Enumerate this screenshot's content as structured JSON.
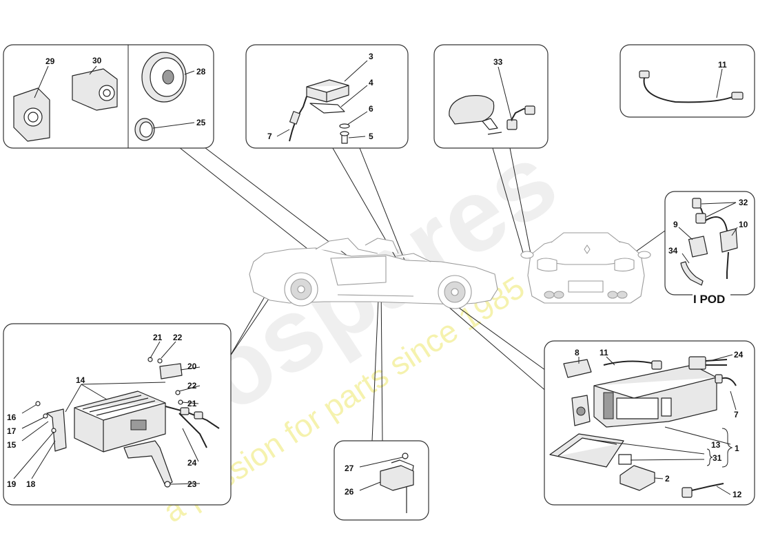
{
  "watermark": {
    "brand": "eurospares",
    "tagline": "a passion for parts since 1985"
  },
  "ipod_label": "I POD",
  "callouts": {
    "p1": "1",
    "p2": "2",
    "p3": "3",
    "p4": "4",
    "p5": "5",
    "p6": "6",
    "p7a": "7",
    "p7b": "7",
    "p8": "8",
    "p9": "9",
    "p10": "10",
    "p11a": "11",
    "p11b": "11",
    "p12": "12",
    "p13": "13",
    "p14": "14",
    "p15": "15",
    "p16": "16",
    "p17": "17",
    "p18": "18",
    "p19": "19",
    "p20": "20",
    "p21a": "21",
    "p21b": "21",
    "p22a": "22",
    "p22b": "22",
    "p23": "23",
    "p24a": "24",
    "p24b": "24",
    "p25": "25",
    "p26": "26",
    "p27": "27",
    "p28": "28",
    "p29": "29",
    "p30": "30",
    "p31": "31",
    "p32": "32",
    "p33": "33",
    "p34": "34"
  }
}
